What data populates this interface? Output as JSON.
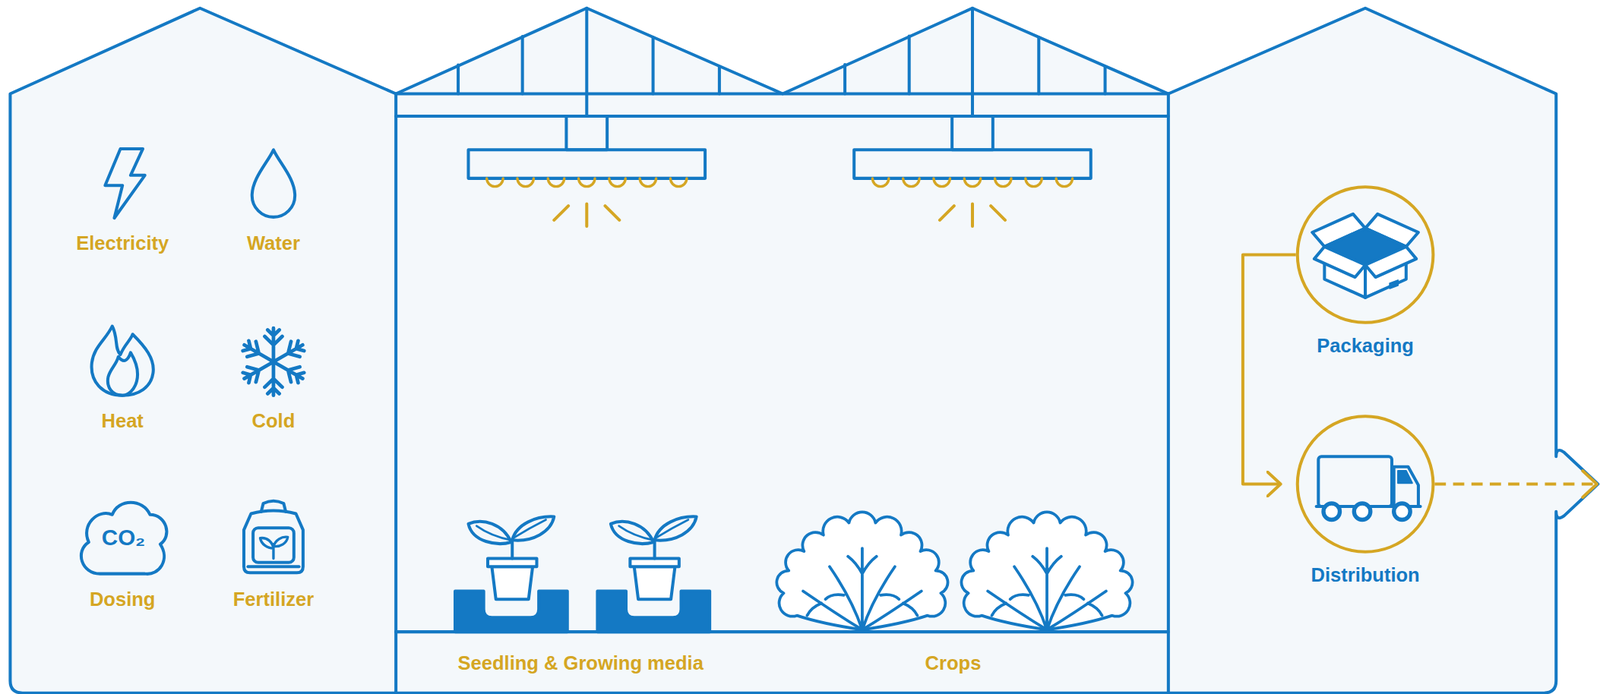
{
  "diagram": {
    "nodes": [
      {
        "text": [
          "Packaging"
        ]
      },
      {
        "text": [
          "Distribution"
        ]
      }
    ],
    "edges": [
      {
        "from": 0,
        "to": 1,
        "arrow": "to"
      }
    ],
    "labels": [
      "Electricity",
      "Water",
      "Heat",
      "Cold",
      "CO₂",
      "Dosing",
      "Fertilizer",
      "Seedling & Growing media",
      "Crops"
    ]
  }
}
